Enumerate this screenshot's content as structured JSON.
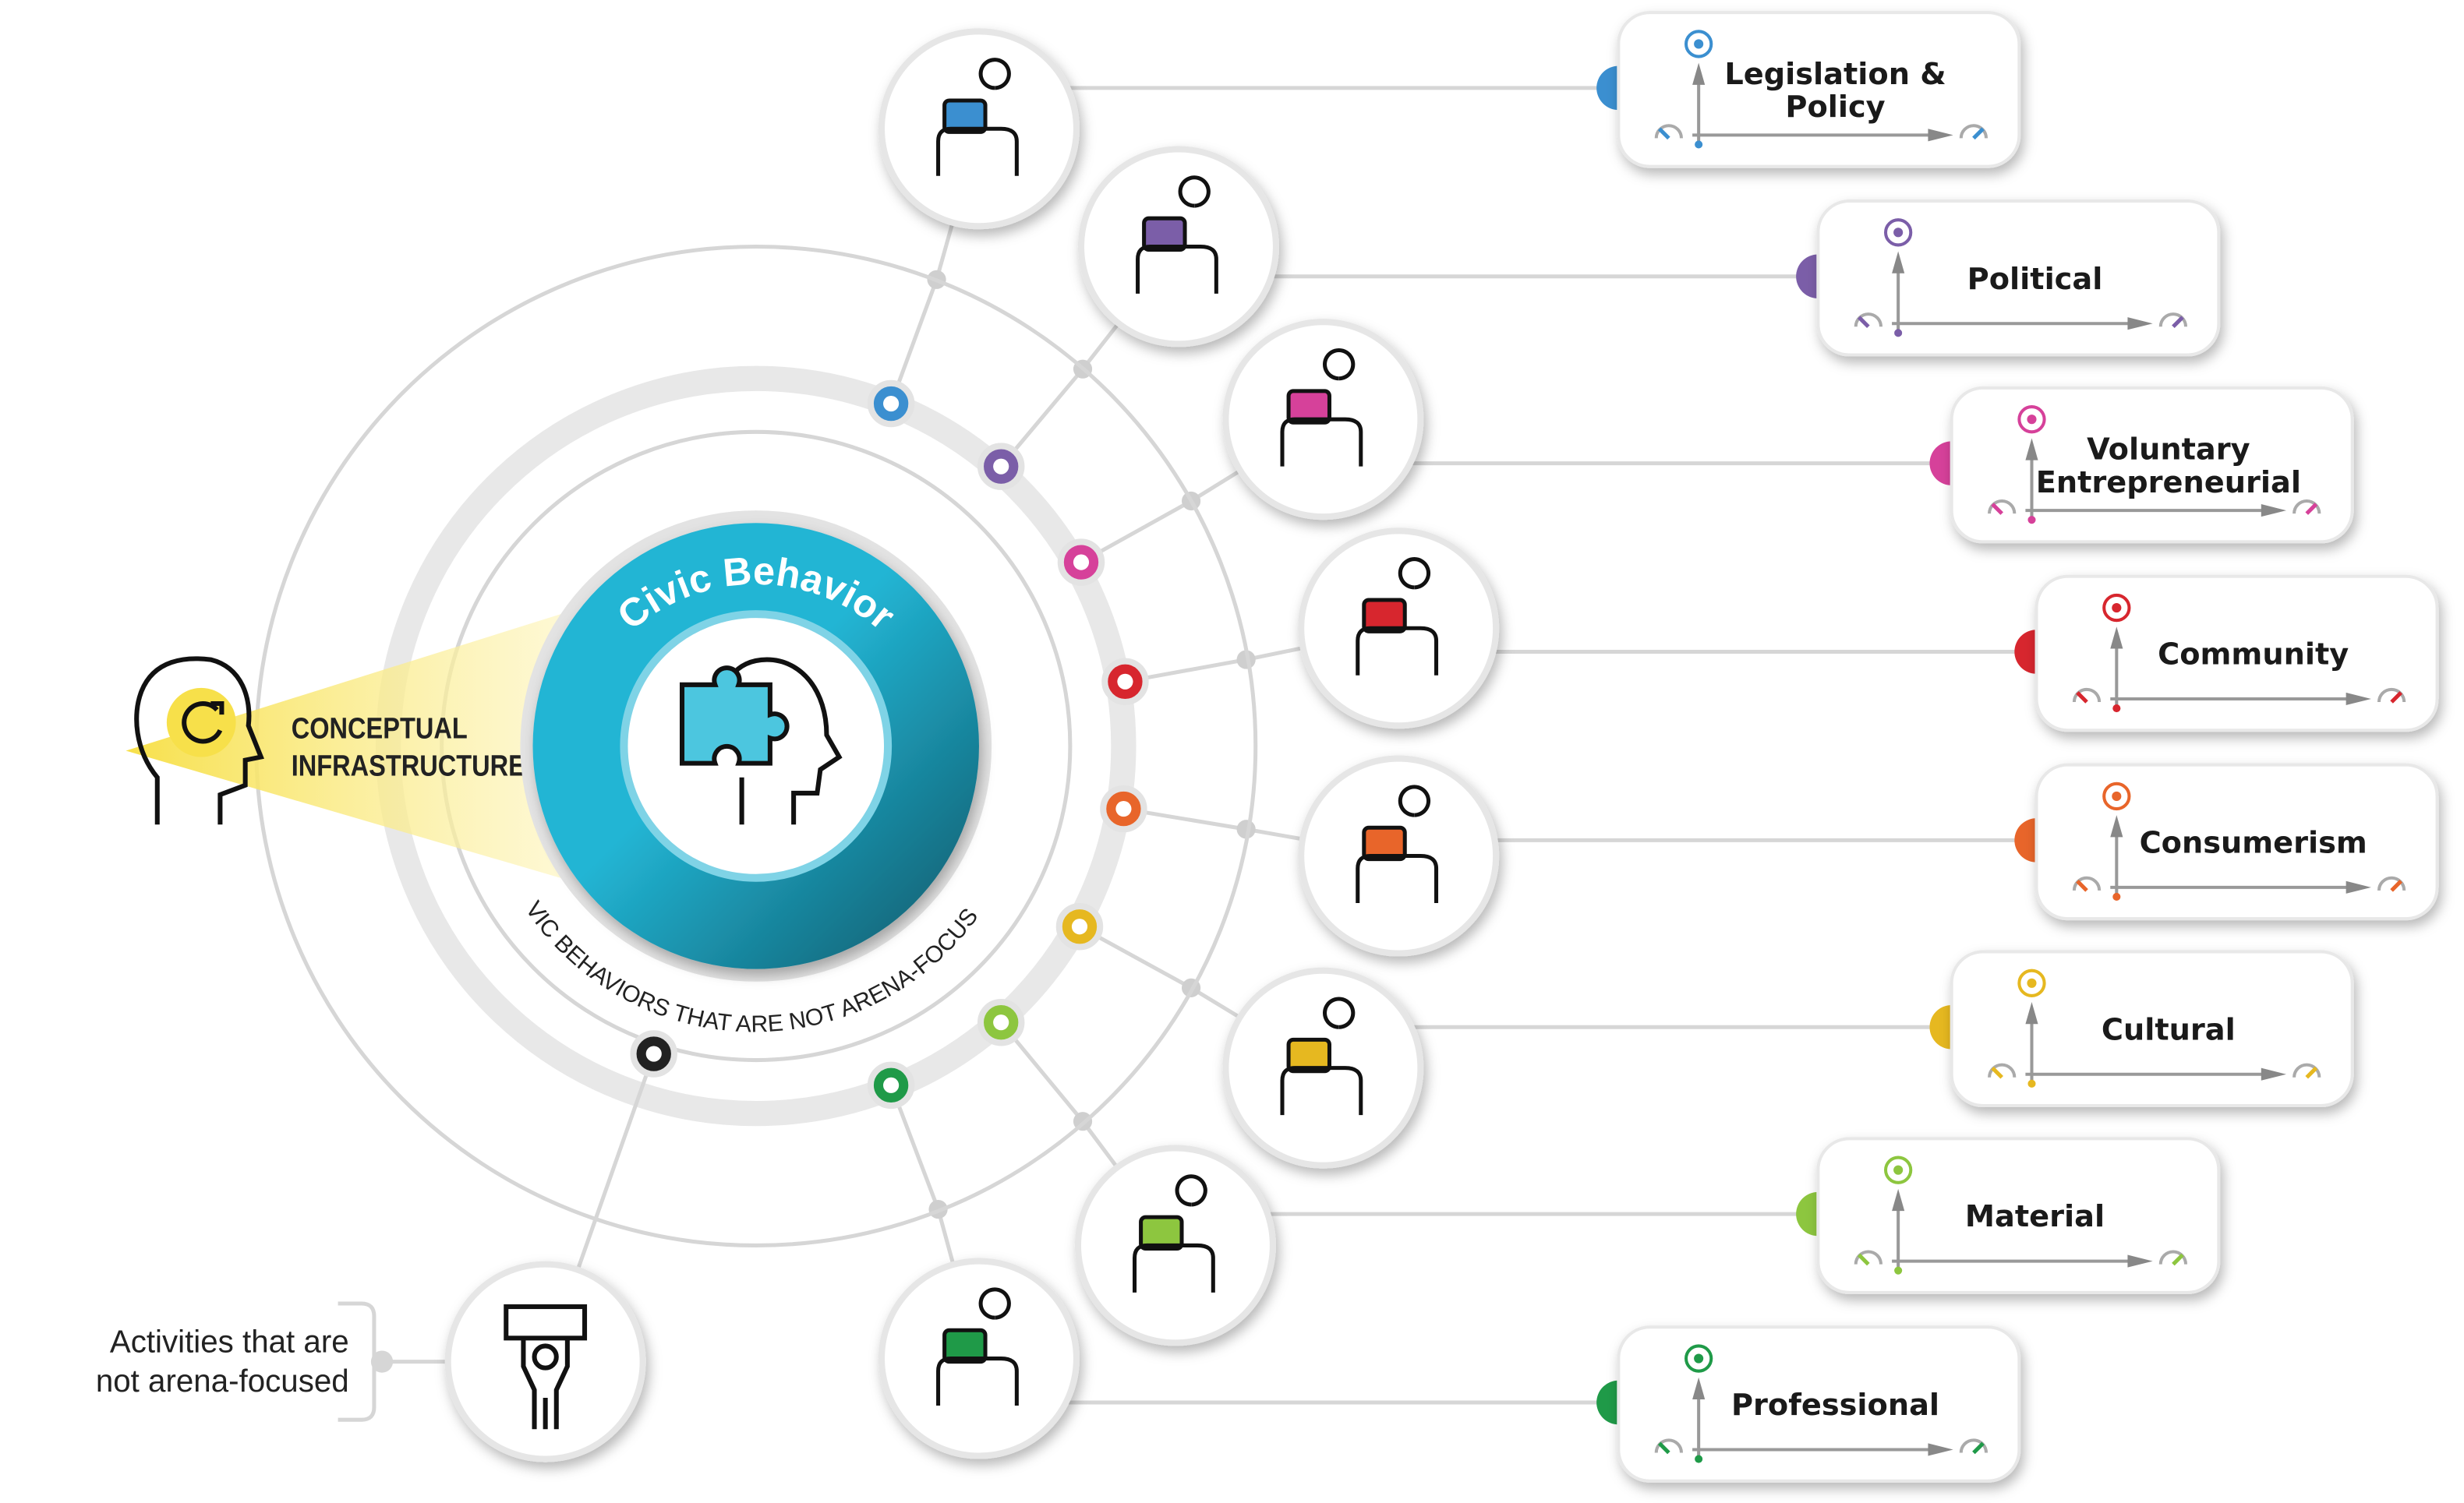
{
  "center": {
    "title": "Civic Behavior",
    "arc_caption": "CIVIC BEHAVIORS THAT ARE NOT ARENA-FOCUSED"
  },
  "conceptual": {
    "line1": "CONCEPTUAL",
    "line2": "INFRASTRUCTURE"
  },
  "non_arena": {
    "line1": "Activities that are",
    "line2": "not arena-focused",
    "color": "#222222"
  },
  "colors": {
    "teal": "#22b5d4",
    "yellow": "#f7e04a",
    "ring": "#d9d9d9"
  },
  "arenas": [
    {
      "label": [
        "Legislation &",
        "Policy"
      ],
      "color": "#3b8fd0",
      "icon": "gavel-icon"
    },
    {
      "label": [
        "Political"
      ],
      "color": "#7b5ea8",
      "icon": "protest-icon"
    },
    {
      "label": [
        "Voluntary",
        "Entrepreneurial"
      ],
      "color": "#d6419a",
      "icon": "helping-hands-icon"
    },
    {
      "label": [
        "Community"
      ],
      "color": "#d7262e",
      "icon": "people-group-icon"
    },
    {
      "label": [
        "Consumerism"
      ],
      "color": "#e8652a",
      "icon": "shopping-cart-icon"
    },
    {
      "label": [
        "Cultural"
      ],
      "color": "#e6b820",
      "icon": "heads-heart-icon"
    },
    {
      "label": [
        "Material"
      ],
      "color": "#8dc63f",
      "icon": "phone-payment-icon"
    },
    {
      "label": [
        "Professional"
      ],
      "color": "#1f9a48",
      "icon": "briefcase-person-icon"
    }
  ]
}
